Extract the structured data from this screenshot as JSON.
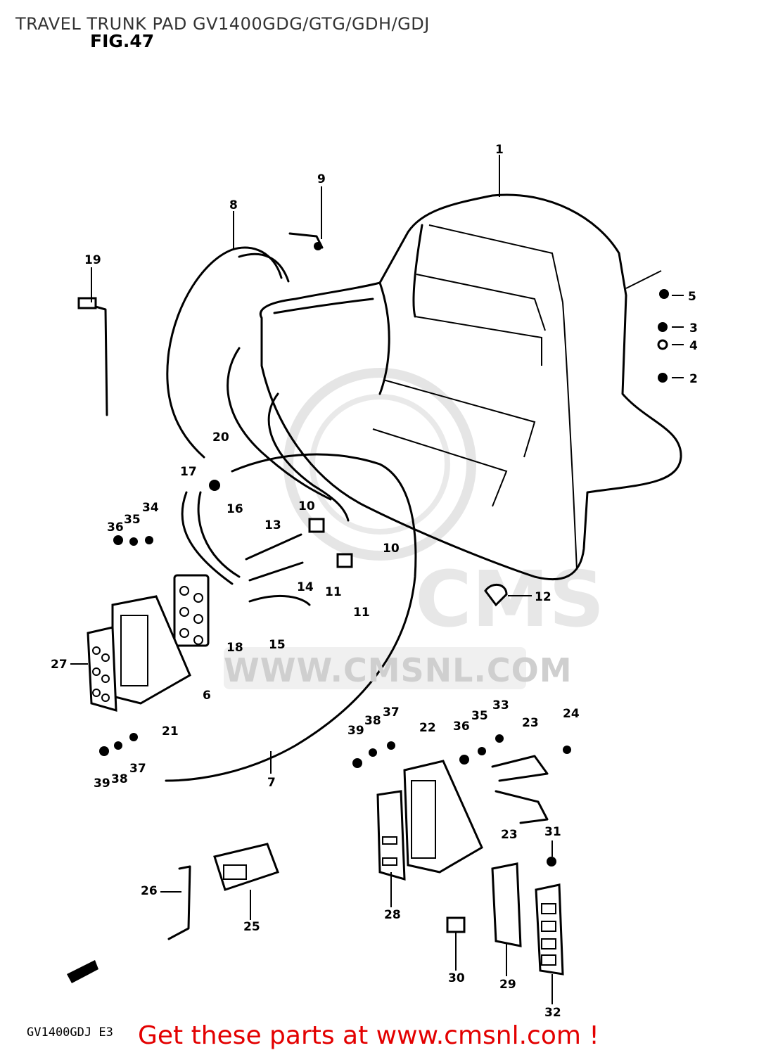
{
  "header": {
    "title": "TRAVEL TRUNK PAD GV1400GDG/GTG/GDH/GDJ",
    "figure": "FIG.47"
  },
  "watermark": {
    "text": "WWW.CMSNL.COM",
    "logo": "CMS"
  },
  "footer": {
    "model_code": "GV1400GDJ E3",
    "call_to_action": "Get these parts at www.cmsnl.com !"
  },
  "callouts": [
    "1",
    "2",
    "3",
    "4",
    "5",
    "6",
    "7",
    "8",
    "9",
    "10",
    "10",
    "11",
    "11",
    "12",
    "13",
    "14",
    "15",
    "16",
    "17",
    "18",
    "19",
    "20",
    "21",
    "22",
    "23",
    "23",
    "24",
    "25",
    "26",
    "27",
    "28",
    "29",
    "30",
    "31",
    "32",
    "33",
    "34",
    "35",
    "35",
    "36",
    "36",
    "37",
    "37",
    "38",
    "38",
    "39",
    "39"
  ],
  "colors": {
    "line": "#000000",
    "cta": "#e30000",
    "watermark": "#cfcfcf"
  }
}
